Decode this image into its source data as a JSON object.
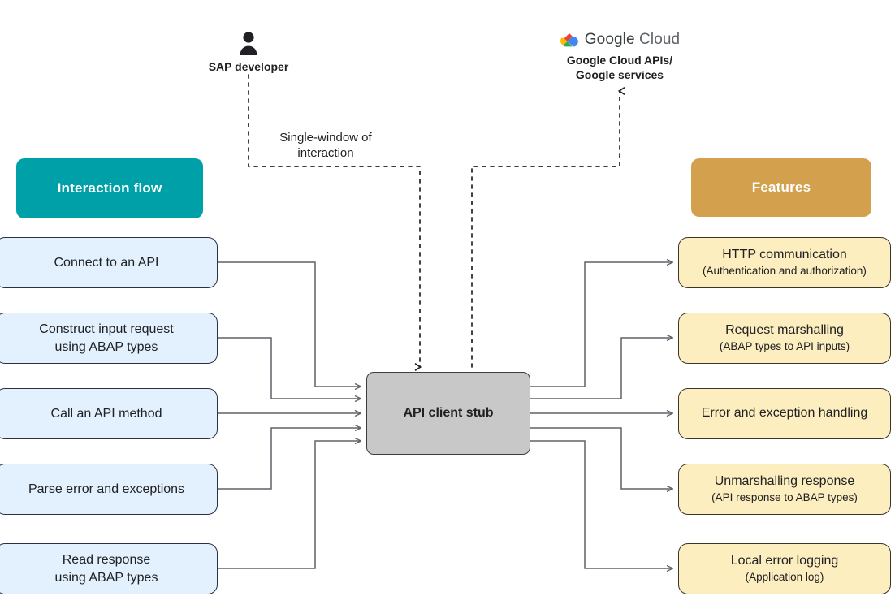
{
  "diagram": {
    "title": "API client stub interaction flow",
    "note": {
      "text": "Single-window of\ninteraction"
    },
    "actors": [
      {
        "id": "sap-developer",
        "label": "SAP developer",
        "icon": "person-icon"
      },
      {
        "id": "google-cloud",
        "logo_text_1": "Google",
        "logo_text_2": "Cloud",
        "logo_icon": "google-cloud-logo-icon",
        "label": "Google Cloud APIs/\nGoogle services"
      }
    ],
    "center": {
      "label": "API client stub"
    },
    "left_column": {
      "header": "Interaction flow",
      "header_color": "#00a0a8",
      "box_fill": "#e2f1fd",
      "items": [
        {
          "label": "Connect to an API"
        },
        {
          "label": "Construct input request\nusing ABAP types"
        },
        {
          "label": "Call an API method"
        },
        {
          "label": "Parse error and exceptions"
        },
        {
          "label": "Read response\nusing ABAP types"
        }
      ]
    },
    "right_column": {
      "header": "Features",
      "header_color": "#d3a04e",
      "box_fill": "#fdeebf",
      "items": [
        {
          "label": "HTTP communication",
          "sub": "(Authentication and authorization)"
        },
        {
          "label": "Request marshalling",
          "sub": "(ABAP types to API inputs)"
        },
        {
          "label": "Error and exception handling",
          "sub": ""
        },
        {
          "label": "Unmarshalling response",
          "sub": "(API response to ABAP types)"
        },
        {
          "label": "Local error logging",
          "sub": "(Application log)"
        }
      ]
    },
    "colors": {
      "teal": "#00a0a8",
      "gold": "#d3a04e",
      "blue_fill": "#e2f1fd",
      "yellow_fill": "#fdeebf",
      "stub_fill": "#c8c8c8",
      "connector": "#5f6368",
      "dashed": "#202124"
    }
  }
}
